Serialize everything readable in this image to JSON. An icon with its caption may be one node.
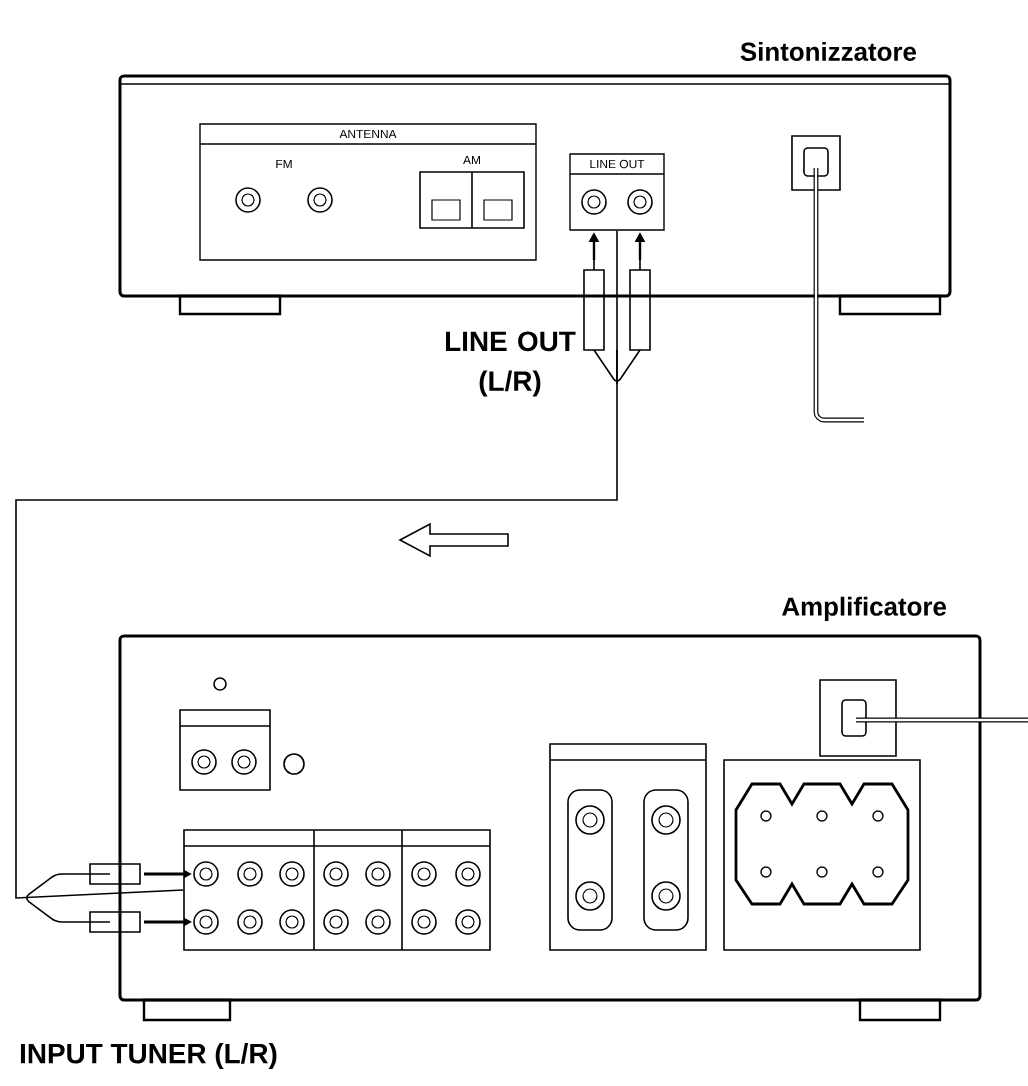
{
  "diagram": {
    "nodes": [
      {
        "text": [
          "Sintonizzatore"
        ]
      },
      {
        "text": [
          "ANTENNA",
          "FM",
          "AM"
        ],
        "in": 0
      },
      {
        "text": [
          "LINE OUT"
        ],
        "in": 0,
        "beside": [
          "LINE OUT (L/R)"
        ]
      },
      {
        "text": [
          "Amplificatore"
        ]
      },
      {
        "text": [],
        "shape": "box",
        "in": 3,
        "beside": [
          "INPUT TUNER (L/R)"
        ]
      }
    ],
    "edges": [
      {
        "from": 2,
        "to": 4,
        "arrow": "none"
      }
    ]
  }
}
